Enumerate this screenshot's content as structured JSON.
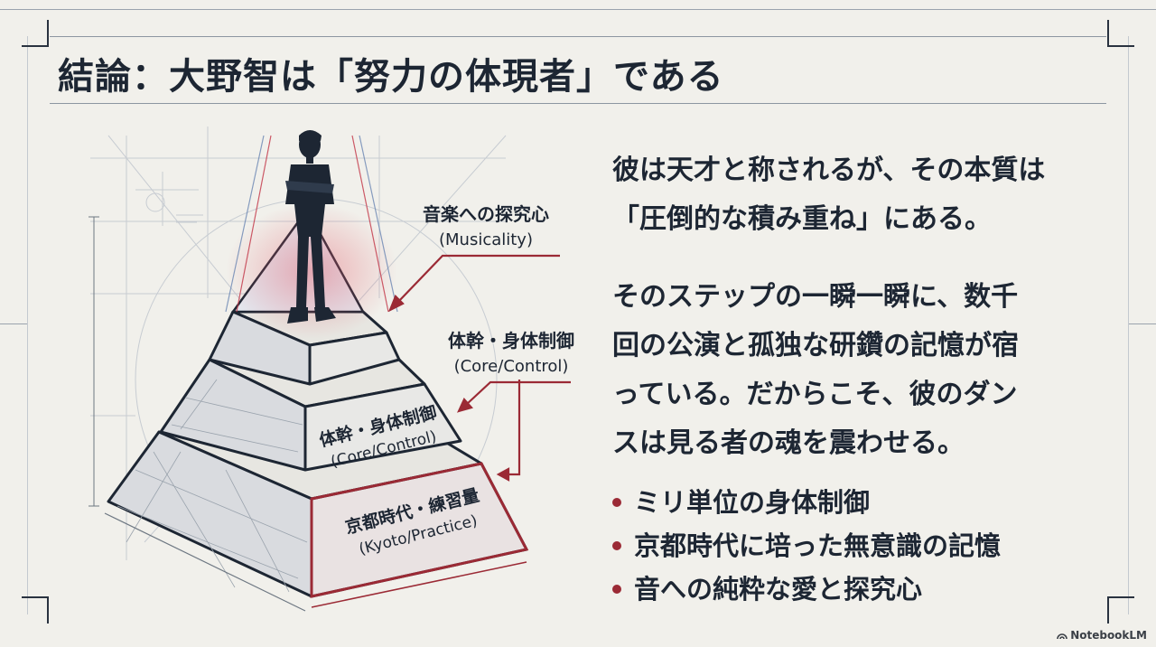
{
  "title": "結論：大野智は「努力の体現者」である",
  "paragraph1": "彼は天才と称されるが、その本質は\n「圧倒的な積み重ね」にある。",
  "paragraph2": "そのステップの一瞬一瞬に、数千\n回の公演と孤独な研鑽の記憶が宿\nっている。だからこそ、彼のダン\nスは見る者の魂を震わせる。",
  "bullets": [
    "ミリ単位の身体制御",
    "京都時代に培った無意識の記憶",
    "音への純粋な愛と探究心"
  ],
  "diagram": {
    "callouts": [
      {
        "jp": "音楽への探究心",
        "en": "(Musicality)"
      },
      {
        "jp": "体幹・身体制御",
        "en": "(Core/Control)"
      }
    ],
    "tiers": [
      {
        "jp": "体幹・身体制御",
        "en": "(Core/Control)"
      },
      {
        "jp": "京都時代・練習量",
        "en": "(Kyoto/Practice)"
      }
    ]
  },
  "brand": "NotebookLM",
  "colors": {
    "accent": "#9b2a35",
    "ink": "#1d2633",
    "background": "#f1f0eb"
  }
}
